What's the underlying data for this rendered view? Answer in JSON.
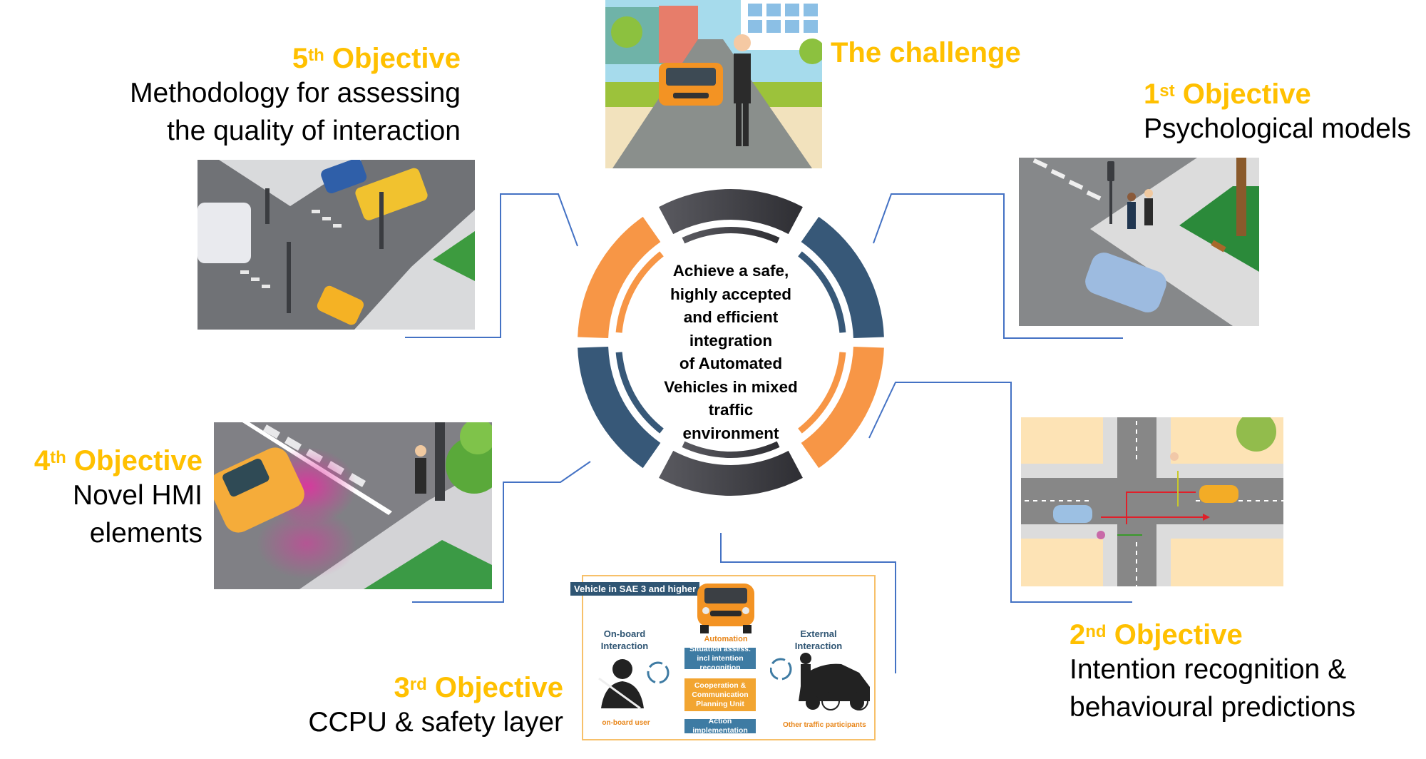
{
  "challenge": {
    "label": "The challenge",
    "image": "city-street-car-and-pedestrian"
  },
  "center": {
    "lines": [
      "Achieve a safe,",
      "highly accepted",
      "and efficient",
      "integration",
      "of Automated",
      "Vehicles in mixed",
      "traffic",
      "environment"
    ]
  },
  "objectives": [
    {
      "number": "1",
      "suffix": "st",
      "word": "Objective",
      "lines": [
        "Psychological models"
      ],
      "image": "pedestrians-at-crosswalk"
    },
    {
      "number": "2",
      "suffix": "nd",
      "word": "Objective",
      "lines": [
        "Intention recognition &",
        "behavioural predictions"
      ],
      "image": "intersection-top-view-with-trajectories"
    },
    {
      "number": "3",
      "suffix": "rd",
      "word": "Objective",
      "lines": [
        "CCPU & safety layer"
      ],
      "image": "ccpu-diagram"
    },
    {
      "number": "4",
      "suffix": "th",
      "word": "Objective",
      "lines": [
        "Novel HMI",
        "elements"
      ],
      "image": "car-projecting-light-on-crosswalk"
    },
    {
      "number": "5",
      "suffix": "th",
      "word": "Objective",
      "lines": [
        "Methodology for assessing",
        "the quality of interaction"
      ],
      "image": "busy-isometric-intersection"
    }
  ],
  "ccpu": {
    "badge": "Vehicle in SAE 3 and higher",
    "automation": "Automation",
    "onboard_title": [
      "On-board",
      "Interaction"
    ],
    "external_title": [
      "External",
      "Interaction"
    ],
    "onboard_user": "on-board user",
    "other_participants": "Other traffic participants",
    "steps": [
      "Situation assess. incl intention recognition",
      "Cooperation & Communication Planning Unit",
      "Action implementation"
    ]
  },
  "colors": {
    "accent": "#FFC000",
    "orange": "#F79646",
    "blue": "#375878",
    "darkgray": "#404045",
    "connector": "#4472C4"
  }
}
